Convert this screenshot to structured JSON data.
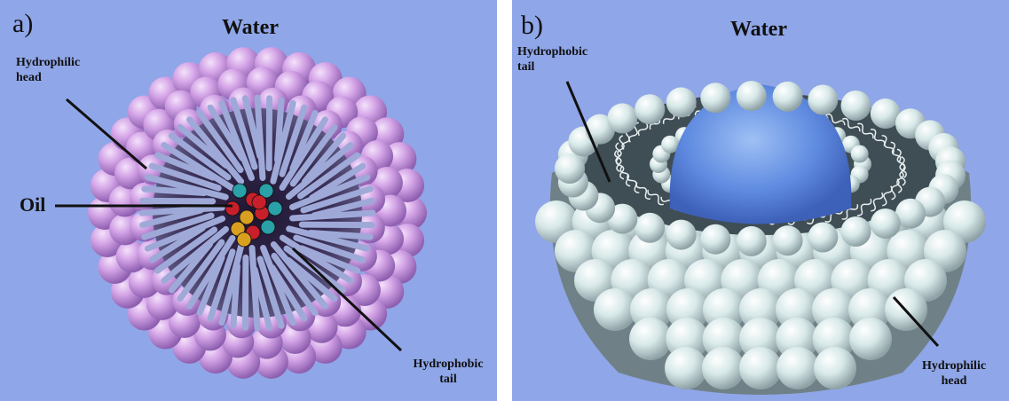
{
  "panel_a": {
    "letter": "a)",
    "water": "Water",
    "head_label": [
      "Hydrophilic",
      "head"
    ],
    "oil": "Oil",
    "tail_label": [
      "Hydrophobic",
      "tail"
    ],
    "head_color": "#c997e0",
    "tail_color": "#9ea9d8"
  },
  "panel_b": {
    "letter": "b)",
    "water": "Water",
    "tail_label": [
      "Hydrophobic",
      "tail"
    ],
    "head_label": [
      "Hydrophilic",
      "head"
    ],
    "head_color": "#c8dede",
    "core_color": "#5a86dd"
  },
  "background_color": "#8fa6e8"
}
